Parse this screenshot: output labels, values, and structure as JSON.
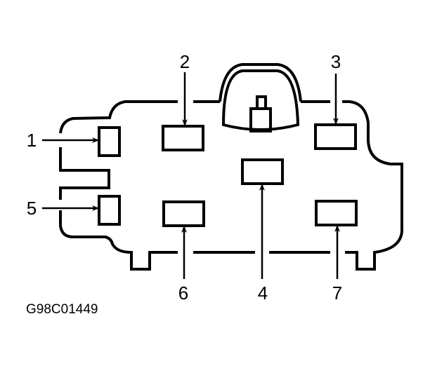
{
  "pin_labels": {
    "p1": "1",
    "p2": "2",
    "p3": "3",
    "p4": "4",
    "p5": "5",
    "p6": "6",
    "p7": "7"
  },
  "figure_code": "G98C01449"
}
